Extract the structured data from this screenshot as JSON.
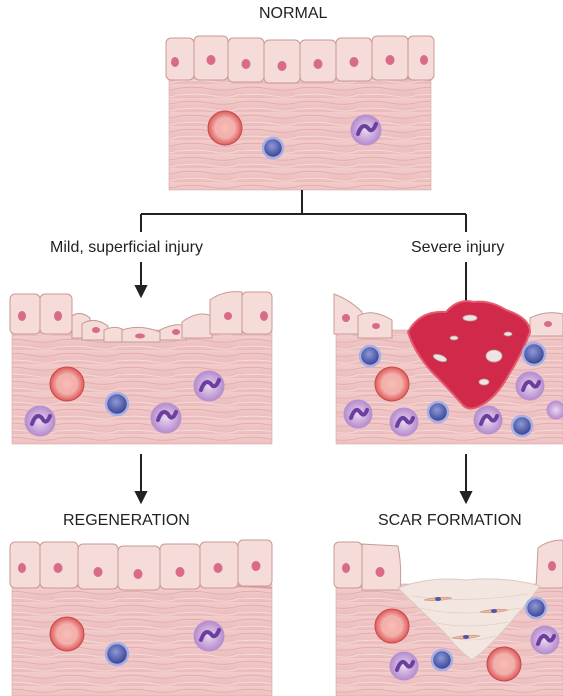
{
  "labels": {
    "normal": "NORMAL",
    "mild": "Mild, superficial injury",
    "severe": "Severe injury",
    "regeneration": "REGENERATION",
    "scar": "SCAR FORMATION"
  },
  "colors": {
    "tissue": "#f0c9c9",
    "epithelium": "#f6dcd8",
    "cell_outline": "#c79a95",
    "nucleus": "#d86a8a",
    "rbc": "#e46a6a",
    "lymphocyte": "#4a58a8",
    "neutrophil": "#8a5bb5",
    "clot": "#d0294a",
    "scar": "#f3e6e0"
  }
}
